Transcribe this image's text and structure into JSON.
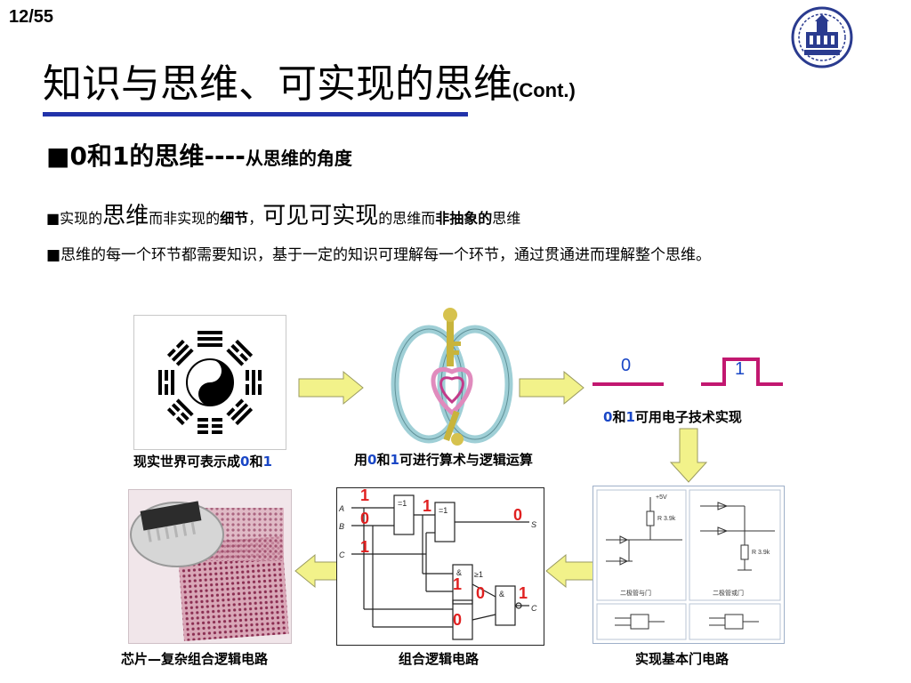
{
  "page_number": "12/55",
  "title": {
    "main": "知识与思维、可实现的思维",
    "suffix": "(Cont.)"
  },
  "heading": {
    "bullet": "■",
    "text": "0和1的思维----",
    "sub": "从思维的角度"
  },
  "bullets": [
    {
      "bullet": "■",
      "part1": "实现的",
      "part2": "思维",
      "part3": "而非实现的",
      "part4": "细节",
      "part5": "，",
      "part6": "可见可实现",
      "part7": "的思维而",
      "part8": "非抽象的",
      "part9": "思维"
    },
    {
      "bullet": "■",
      "text": "思维的每一个环节都需要知识，基于一定的知识可理解每一个环节，通过贯通进而理解整个思维。"
    }
  ],
  "captions": {
    "bagua_pre": "现实世界可表示成",
    "bagua_0": "0",
    "bagua_and": "和",
    "bagua_1": "1",
    "logic_pre": "用",
    "logic_0": "0",
    "logic_and": "和",
    "logic_1": "1",
    "logic_post": "可进行算术与逻辑运算",
    "electronic_0": "0",
    "electronic_and": "和",
    "electronic_1": "1",
    "electronic_post": "可用电子技术实现",
    "chip": "芯片—复杂组合逻辑电路",
    "combo": "组合逻辑电路",
    "gates": "实现基本门电路"
  },
  "signal": {
    "low": "0",
    "high": "1"
  },
  "circuit": {
    "inputs": [
      "A",
      "B",
      "C"
    ],
    "output_s": "S",
    "output_c": "C",
    "gate_xor": "=1",
    "gate_and": "&",
    "gate_or": "≥1",
    "gate_and_symbol": "&",
    "values": [
      "1",
      "0",
      "1",
      "1",
      "0",
      "1",
      "0",
      "1",
      "0"
    ]
  },
  "gate_panel": {
    "label_left": "二极管与门",
    "label_right": "二极管或门",
    "res_left": "R 3.9k",
    "res_right": "R 3.9k",
    "vcc": "+5V"
  },
  "colors": {
    "accent_blue": "#2233aa",
    "highlight_blue": "#1a47c6",
    "signal_magenta": "#c21870",
    "arrow_yellow": "#f2f28a",
    "digit_red": "#e02020"
  }
}
